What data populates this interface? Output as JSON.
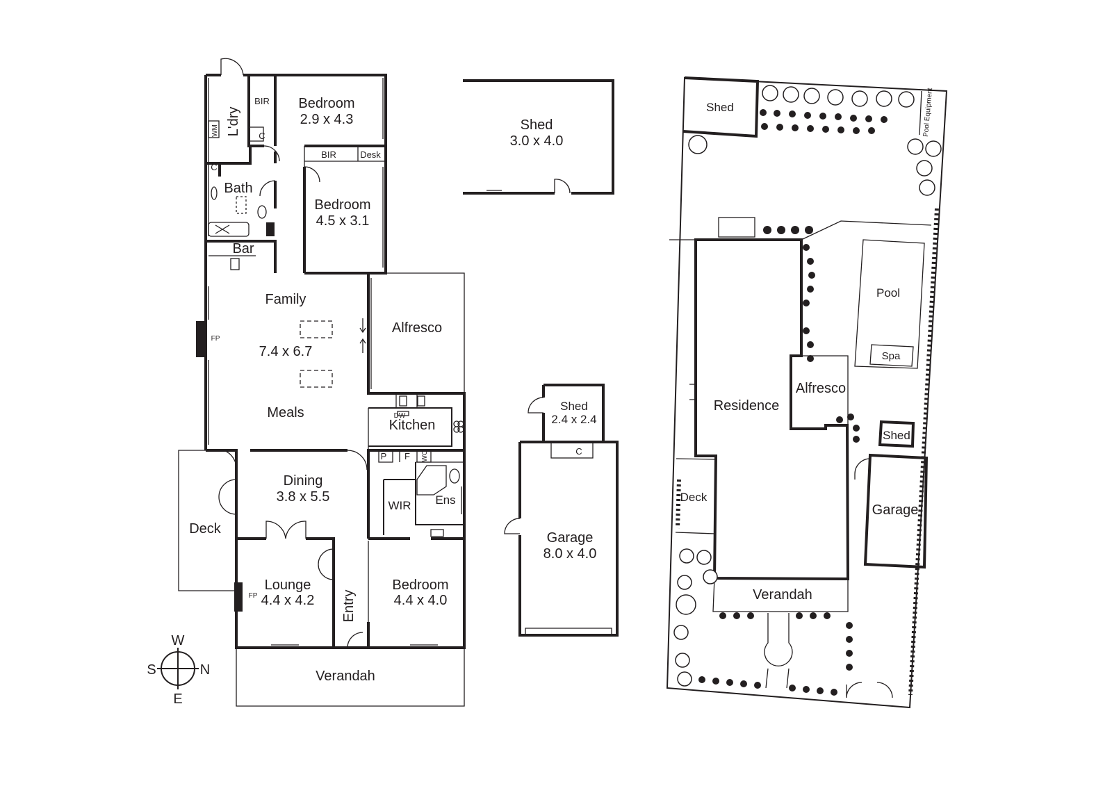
{
  "floorplan": {
    "rooms": {
      "bedroom1": {
        "name": "Bedroom",
        "size": "2.9 x 4.3"
      },
      "bedroom2": {
        "name": "Bedroom",
        "size": "4.5 x 3.1"
      },
      "bedroom3": {
        "name": "Bedroom",
        "size": "4.4 x 4.0"
      },
      "family": {
        "name": "Family",
        "size": "7.4 x 6.7"
      },
      "meals": {
        "name": "Meals"
      },
      "alfresco": {
        "name": "Alfresco"
      },
      "kitchen": {
        "name": "Kitchen"
      },
      "dining": {
        "name": "Dining",
        "size": "3.8 x 5.5"
      },
      "lounge": {
        "name": "Lounge",
        "size": "4.4 x 4.2"
      },
      "entry": {
        "name": "Entry"
      },
      "deck": {
        "name": "Deck"
      },
      "verandah": {
        "name": "Verandah"
      },
      "laundry": {
        "name": "L'dry"
      },
      "bath": {
        "name": "Bath"
      },
      "bar": {
        "name": "Bar"
      },
      "wir": {
        "name": "WIR"
      },
      "ens": {
        "name": "Ens"
      }
    },
    "fixtures": {
      "bir1": "BIR",
      "bir2": "BIR",
      "desk": "Desk",
      "c_bed": "C",
      "c_hall": "C",
      "wm": "WM",
      "fp1": "FP",
      "fp2": "FP",
      "dw": "DW",
      "p": "P",
      "f": "F",
      "wo": "WO"
    },
    "shed_large": {
      "name": "Shed",
      "size": "3.0 x 4.0"
    },
    "shed_small": {
      "name": "Shed",
      "size": "2.4 x 2.4"
    },
    "garage": {
      "name": "Garage",
      "size": "8.0 x 4.0",
      "cupboard": "C"
    }
  },
  "compass": {
    "w": "W",
    "s": "S",
    "n": "N",
    "e": "E"
  },
  "site_plan": {
    "shed_top": "Shed",
    "pool_equipment": "Pool Equipment",
    "pool": "Pool",
    "spa": "Spa",
    "residence": "Residence",
    "alfresco": "Alfresco",
    "shed": "Shed",
    "garage": "Garage",
    "deck": "Deck",
    "verandah": "Verandah"
  }
}
